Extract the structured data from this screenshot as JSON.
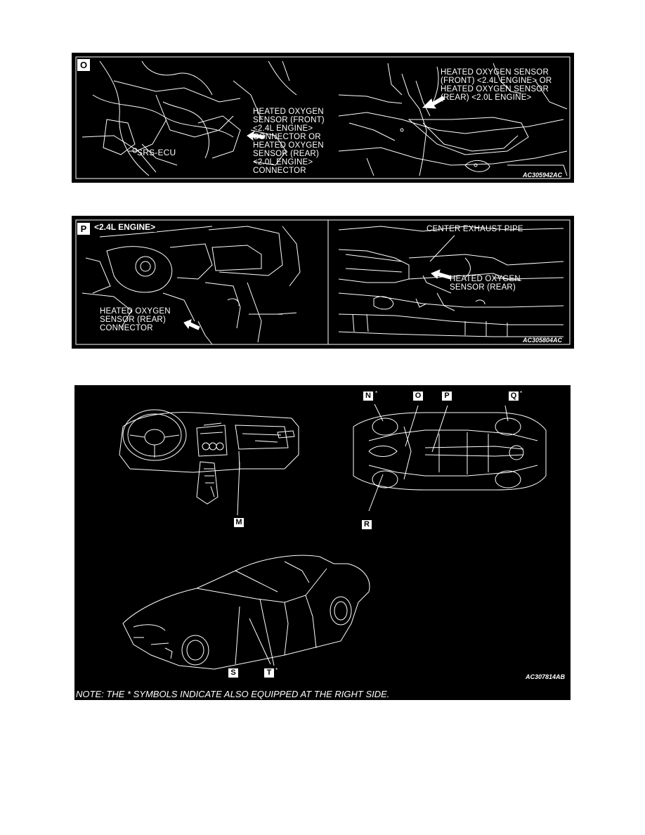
{
  "panel_o": {
    "tag": "O",
    "label_srs": "SRS-ECU",
    "label_connector": "HEATED OXYGEN\nSENSOR (FRONT)\n<2.4L ENGINE>\nCONNECTOR OR\nHEATED OXYGEN\nSENSOR (REAR)\n<2.0L ENGINE>\nCONNECTOR",
    "label_sensor": "HEATED OXYGEN SENSOR\n(FRONT) <2.4L ENGINE> OR\nHEATED OXYGEN SENSOR\n(REAR) <2.0L ENGINE>",
    "code": "AC305942AC"
  },
  "panel_p": {
    "tag": "P",
    "engine": "<2.4L ENGINE>",
    "label_pipe": "CENTER EXHAUST PIPE",
    "label_sensor": "HEATED OXYGEN\nSENSOR (REAR)",
    "label_connector": "HEATED OXYGEN\nSENSOR (REAR)\nCONNECTOR",
    "code": "AC305804AC"
  },
  "panel_map": {
    "tags": {
      "n": "N",
      "o": "O",
      "p": "P",
      "q": "Q",
      "r": "R",
      "m": "M",
      "s": "S",
      "t": "T"
    },
    "star": "*",
    "code": "AC307814AB",
    "note": "NOTE: THE * SYMBOLS INDICATE ALSO EQUIPPED AT THE RIGHT SIDE."
  }
}
